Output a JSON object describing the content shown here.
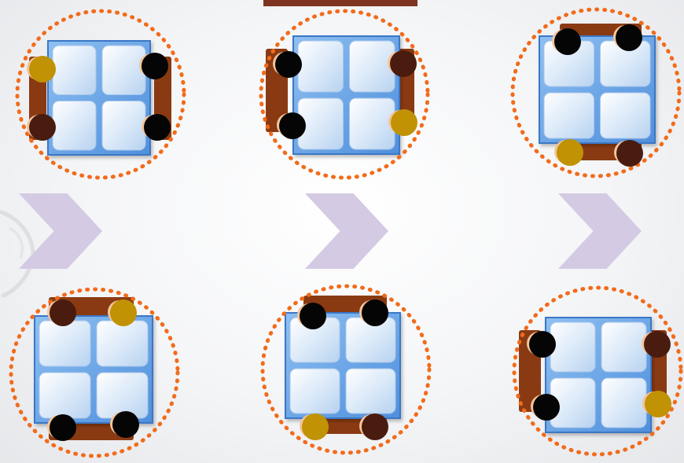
{
  "colors": {
    "ring": "#f26b1a",
    "table_fill": "#6aa6e8",
    "table_edge": "#3b77c6",
    "pane_fill": "#dbe9f7",
    "bench": "#8a3a12",
    "arrow": "#d4cae3",
    "top_bar": "#7e3420",
    "person_black": "#050505",
    "person_darkbrown": "#4a1c10",
    "person_gold": "#c09204",
    "hand": "#f5c49a"
  },
  "diagram": {
    "scenes": [
      {
        "id": "scene-1",
        "people": [
          "gold",
          "darkbrown",
          "black",
          "black"
        ]
      },
      {
        "id": "scene-2",
        "people": [
          "black",
          "black",
          "darkbrown",
          "gold"
        ]
      },
      {
        "id": "scene-3",
        "people": [
          "black",
          "black",
          "gold",
          "darkbrown"
        ]
      },
      {
        "id": "scene-4",
        "people": [
          "darkbrown",
          "gold",
          "black",
          "black"
        ]
      },
      {
        "id": "scene-5",
        "people": [
          "black",
          "black",
          "gold",
          "darkbrown"
        ]
      },
      {
        "id": "scene-6",
        "people": [
          "black",
          "black",
          "darkbrown",
          "gold"
        ]
      }
    ],
    "arrows": 3
  }
}
